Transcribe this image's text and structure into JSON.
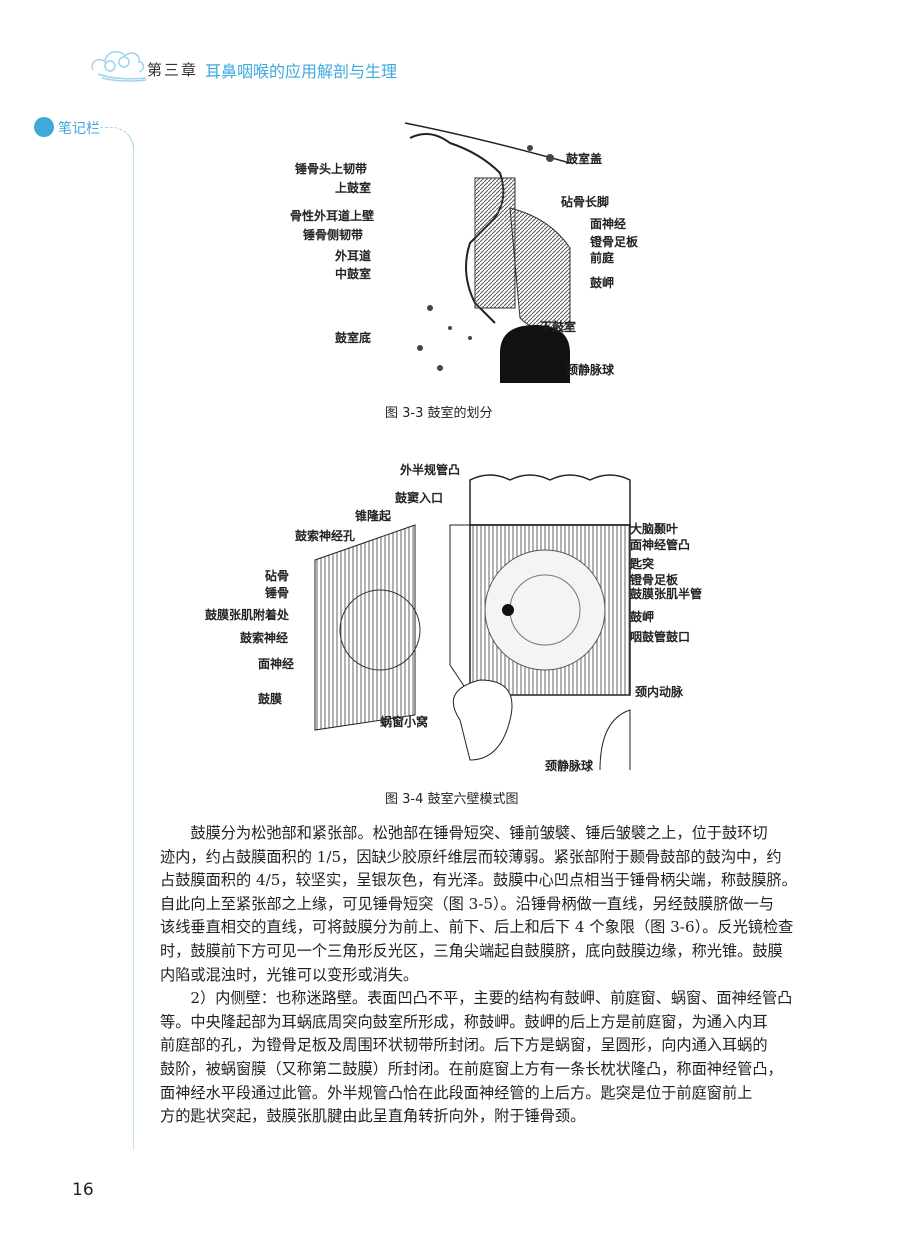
{
  "header": {
    "chapter": "第三章",
    "title": "耳鼻咽喉的应用解剖与生理"
  },
  "sidebar": {
    "label": "笔记栏"
  },
  "figure1": {
    "caption": "图 3-3   鼓室的划分",
    "labels_left": [
      "锤骨头上韧带",
      "上鼓室",
      "骨性外耳道上壁",
      "锤骨侧韧带",
      "外耳道",
      "中鼓室",
      "鼓室底"
    ],
    "labels_right": [
      "鼓室盖",
      "砧骨长脚",
      "面神经",
      "镫骨足板",
      "前庭",
      "鼓岬",
      "下鼓室",
      "颈静脉球"
    ]
  },
  "figure2": {
    "caption": "图 3-4   鼓室六壁模式图",
    "labels_left": [
      "外半规管凸",
      "鼓窦入口",
      "锥隆起",
      "鼓索神经孔",
      "砧骨",
      "锤骨",
      "鼓膜张肌附着处",
      "鼓索神经",
      "面神经",
      "鼓膜",
      "蜗窗小窝",
      "颈静脉球"
    ],
    "labels_right": [
      "大脑颞叶",
      "面神经管凸",
      "匙突",
      "镫骨足板",
      "鼓膜张肌半管",
      "鼓岬",
      "咽鼓管鼓口",
      "颈内动脉"
    ]
  },
  "body": {
    "lines": [
      "　　鼓膜分为松弛部和紧张部。松弛部在锤骨短突、锤前皱襞、锤后皱襞之上，位于鼓环切",
      "迹内，约占鼓膜面积的 1/5，因缺少胶原纤维层而较薄弱。紧张部附于颞骨鼓部的鼓沟中，约",
      "占鼓膜面积的 4/5，较坚实，呈银灰色，有光泽。鼓膜中心凹点相当于锤骨柄尖端，称鼓膜脐。",
      "自此向上至紧张部之上缘，可见锤骨短突（图 3-5）。沿锤骨柄做一直线，另经鼓膜脐做一与",
      "该线垂直相交的直线，可将鼓膜分为前上、前下、后上和后下 4 个象限（图 3-6）。反光镜检查",
      "时，鼓膜前下方可见一个三角形反光区，三角尖端起自鼓膜脐，底向鼓膜边缘，称光锥。鼓膜",
      "内陷或混浊时，光锥可以变形或消失。",
      "　　2）内侧壁：也称迷路壁。表面凹凸不平，主要的结构有鼓岬、前庭窗、蜗窗、面神经管凸",
      "等。中央隆起部为耳蜗底周突向鼓室所形成，称鼓岬。鼓岬的后上方是前庭窗，为通入内耳",
      "前庭部的孔，为镫骨足板及周围环状韧带所封闭。后下方是蜗窗，呈圆形，向内通入耳蜗的",
      "鼓阶，被蜗窗膜（又称第二鼓膜）所封闭。在前庭窗上方有一条长枕状隆凸，称面神经管凸，",
      "面神经水平段通过此管。外半规管凸恰在此段面神经管的上后方。匙突是位于前庭窗前上",
      "方的匙状突起，鼓膜张肌腱由此呈直角转折向外，附于锤骨颈。"
    ]
  },
  "page_number": "16",
  "colors": {
    "accent": "#3fa9dc"
  }
}
